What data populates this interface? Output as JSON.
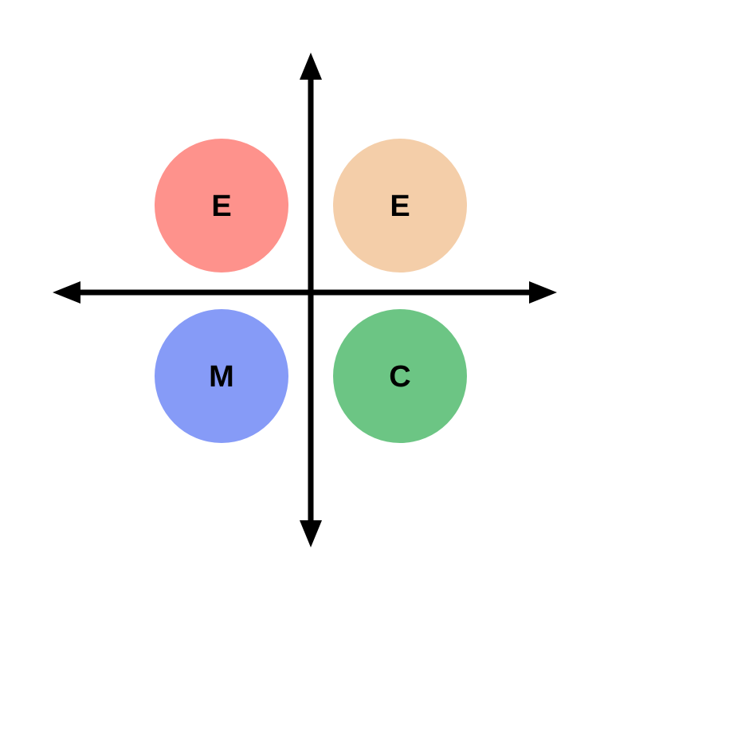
{
  "quadrants": {
    "top_left": {
      "label": "E",
      "color": "#fe928c"
    },
    "top_right": {
      "label": "E",
      "color": "#f4cea9"
    },
    "bottom_left": {
      "label": "M",
      "color": "#869bf7"
    },
    "bottom_right": {
      "label": "C",
      "color": "#6cc584"
    }
  },
  "axes": {
    "color": "#000000"
  }
}
